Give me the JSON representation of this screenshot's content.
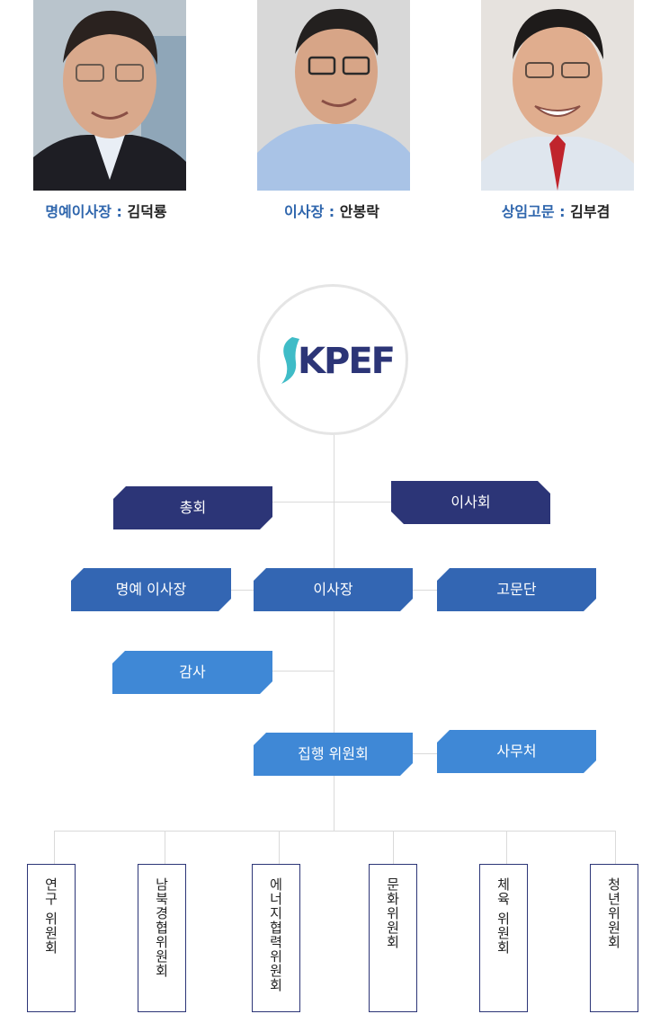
{
  "leaders": [
    {
      "role": "명예이사장 :",
      "name": "김덕룡"
    },
    {
      "role": "이사장 :",
      "name": "안봉락"
    },
    {
      "role": "상임고문 :",
      "name": "김부겸"
    }
  ],
  "logo": {
    "text": "KPEF"
  },
  "org": {
    "general_meeting": "총회",
    "board": "이사회",
    "honorary_chair": "명예 이사장",
    "chairman": "이사장",
    "advisory_group": "고문단",
    "auditor": "감사",
    "executive_committee": "집행 위원회",
    "secretariat": "사무처"
  },
  "committees": [
    "연구 위원회",
    "남북경협위원회",
    "에너지협력위원회",
    "문화위원회",
    "체육 위원회",
    "청년위원회"
  ],
  "colors": {
    "dark": "#2c3577",
    "mid": "#3366b3",
    "light": "#3f88d6",
    "role_text": "#2f66ad"
  }
}
